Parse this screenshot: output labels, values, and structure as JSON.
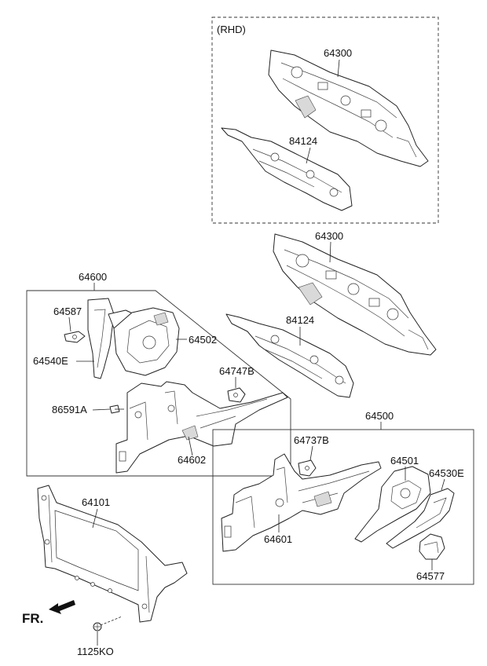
{
  "labels": {
    "rhd": "(RHD)",
    "rhd_64300": "64300",
    "rhd_84124": "84124",
    "main_64300": "64300",
    "main_84124": "84124",
    "p64600": "64600",
    "p64587": "64587",
    "p64540E": "64540E",
    "p64502": "64502",
    "p64747B": "64747B",
    "p86591A": "86591A",
    "p64602": "64602",
    "p64500": "64500",
    "p64737B": "64737B",
    "p64501": "64501",
    "p64530E": "64530E",
    "p64601": "64601",
    "p64577": "64577",
    "p64101": "64101",
    "p1125KO": "1125KO",
    "front": "FR."
  }
}
